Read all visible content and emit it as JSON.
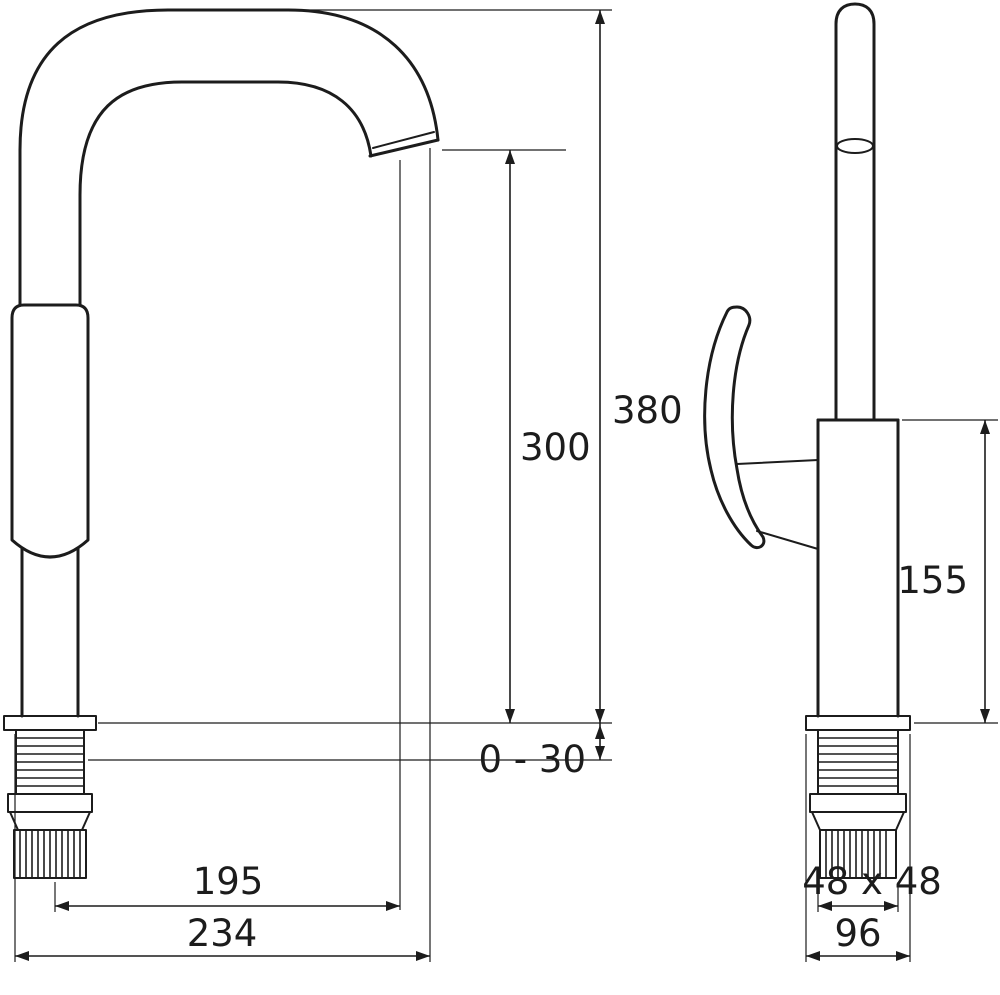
{
  "dimensions": {
    "total_height": "380",
    "spout_height": "300",
    "mounting_range": "0 - 30",
    "spout_reach": "195",
    "overall_depth": "234",
    "body_height": "155",
    "base_section": "48 x 48",
    "base_width": "96"
  },
  "colors": {
    "line": "#1c1c1c",
    "background": "#ffffff"
  }
}
